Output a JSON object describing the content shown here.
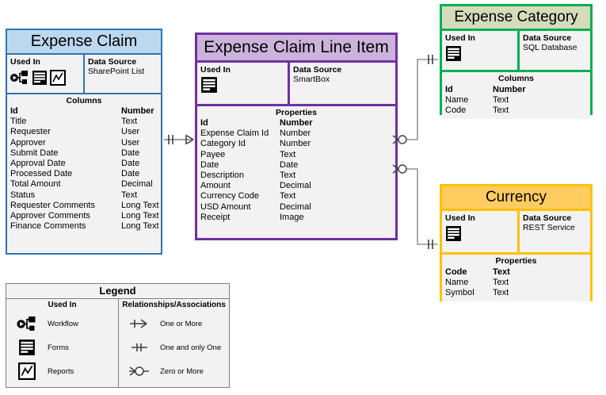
{
  "entities": [
    {
      "id": "expense-claim",
      "title": "Expense Claim",
      "used_in_label": "Used In",
      "used_in_icons": [
        "workflow-icon",
        "forms-icon",
        "reports-icon"
      ],
      "data_source_label": "Data Source",
      "data_source_value": "SharePoint List",
      "fields_header": "Columns",
      "accent": "#2e75b6",
      "header_fill": "#bdd7ee",
      "fields": [
        {
          "name": "Id",
          "type": "Number",
          "bold": true
        },
        {
          "name": "Title",
          "type": "Text",
          "bold": false
        },
        {
          "name": "Requester",
          "type": "User",
          "bold": false
        },
        {
          "name": "Approver",
          "type": "User",
          "bold": false
        },
        {
          "name": "Submit Date",
          "type": "Date",
          "bold": false
        },
        {
          "name": "Approval Date",
          "type": "Date",
          "bold": false
        },
        {
          "name": "Processed Date",
          "type": "Date",
          "bold": false
        },
        {
          "name": "Total Amount",
          "type": "Decimal",
          "bold": false
        },
        {
          "name": "Status",
          "type": "Text",
          "bold": false
        },
        {
          "name": "Requester Comments",
          "type": "Long Text",
          "bold": false
        },
        {
          "name": "Approver Comments",
          "type": "Long Text",
          "bold": false
        },
        {
          "name": "Finance Comments",
          "type": "Long Text",
          "bold": false
        }
      ]
    },
    {
      "id": "line-item",
      "title": "Expense Claim Line Item",
      "used_in_label": "Used In",
      "used_in_icons": [
        "forms-icon"
      ],
      "data_source_label": "Data Source",
      "data_source_value": "SmartBox",
      "fields_header": "Properties",
      "accent": "#7030a0",
      "header_fill": "#cbb3db",
      "fields": [
        {
          "name": "Id",
          "type": "Number",
          "bold": true
        },
        {
          "name": "Expense Claim Id",
          "type": "Number",
          "bold": false
        },
        {
          "name": "Category Id",
          "type": "Number",
          "bold": false
        },
        {
          "name": "Payee",
          "type": "Text",
          "bold": false
        },
        {
          "name": "Date",
          "type": "Date",
          "bold": false
        },
        {
          "name": "Description",
          "type": "Text",
          "bold": false
        },
        {
          "name": "Amount",
          "type": "Decimal",
          "bold": false
        },
        {
          "name": "Currency Code",
          "type": "Text",
          "bold": false
        },
        {
          "name": "USD Amount",
          "type": "Decimal",
          "bold": false
        },
        {
          "name": "Receipt",
          "type": "Image",
          "bold": false
        }
      ]
    },
    {
      "id": "expense-category",
      "title": "Expense Category",
      "used_in_label": "Used In",
      "used_in_icons": [
        "forms-icon"
      ],
      "data_source_label": "Data Source",
      "data_source_value": "SQL Database",
      "fields_header": "Columns",
      "accent": "#00b050",
      "header_fill": "#d5dbbb",
      "fields": [
        {
          "name": "Id",
          "type": "Number",
          "bold": true
        },
        {
          "name": "Name",
          "type": "Text",
          "bold": false
        },
        {
          "name": "Code",
          "type": "Text",
          "bold": false
        }
      ]
    },
    {
      "id": "currency",
      "title": "Currency",
      "used_in_label": "Used In",
      "used_in_icons": [
        "forms-icon"
      ],
      "data_source_label": "Data Source",
      "data_source_value": "REST Service",
      "fields_header": "Properties",
      "accent": "#ffc000",
      "header_fill": "#ffcc5f",
      "fields": [
        {
          "name": "Code",
          "type": "Text",
          "bold": true
        },
        {
          "name": "Name",
          "type": "Text",
          "bold": false
        },
        {
          "name": "Symbol",
          "type": "Text",
          "bold": false
        }
      ]
    }
  ],
  "relationships": [
    {
      "from": "expense-claim",
      "to": "line-item",
      "from_cardinality": "one-and-only-one",
      "to_cardinality": "one-or-more"
    },
    {
      "from": "line-item",
      "to": "expense-category",
      "from_cardinality": "zero-or-more",
      "to_cardinality": "one-and-only-one"
    },
    {
      "from": "line-item",
      "to": "currency",
      "from_cardinality": "zero-or-more",
      "to_cardinality": "one-and-only-one"
    }
  ],
  "legend": {
    "title": "Legend",
    "used_in_header": "Used In",
    "relationships_header": "Relationships/Associations",
    "used_in_items": [
      {
        "icon": "workflow-icon",
        "label": "Workflow"
      },
      {
        "icon": "forms-icon",
        "label": "Forms"
      },
      {
        "icon": "reports-icon",
        "label": "Reports"
      }
    ],
    "relationship_items": [
      {
        "icon": "one-or-more-icon",
        "label": "One or More"
      },
      {
        "icon": "one-and-only-one-icon",
        "label": "One and only One"
      },
      {
        "icon": "zero-or-more-icon",
        "label": "Zero or More"
      }
    ]
  }
}
